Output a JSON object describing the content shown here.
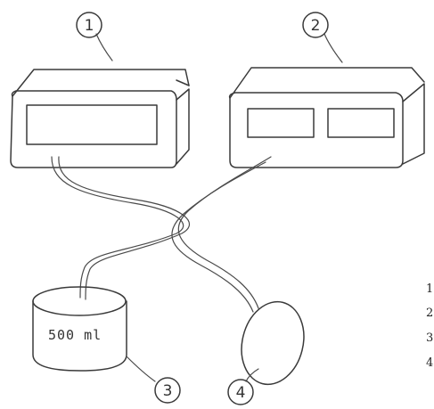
{
  "callouts": {
    "c1": "1",
    "c2": "2",
    "c3": "3",
    "c4": "4"
  },
  "container_volume": "500 ml",
  "legend_numbers": [
    "1",
    "2",
    "3",
    "4"
  ]
}
